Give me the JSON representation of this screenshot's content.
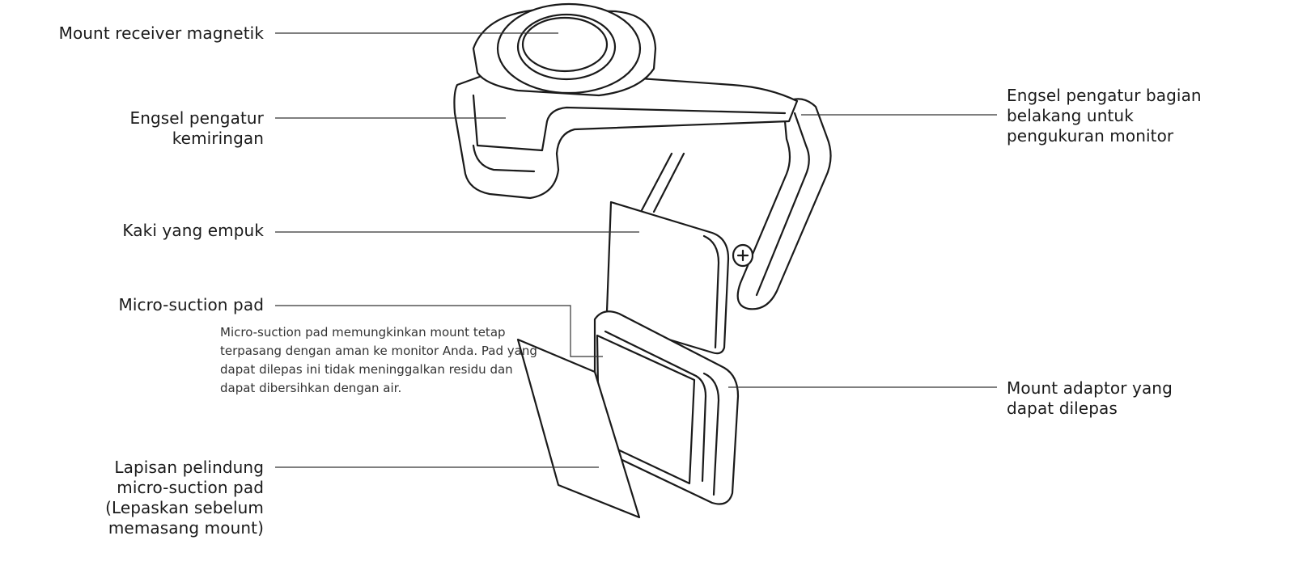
{
  "callouts": {
    "mount_receiver": {
      "lines": [
        "Mount receiver magnetik"
      ]
    },
    "tilt_hinge": {
      "lines": [
        "Engsel pengatur",
        "kemiringan"
      ]
    },
    "padded_foot": {
      "lines": [
        "Kaki yang empuk"
      ]
    },
    "micro_suction": {
      "lines": [
        "Micro-suction pad"
      ]
    },
    "micro_suction_desc": {
      "lines": [
        "Micro-suction pad memungkinkan mount tetap",
        "terpasang dengan aman ke monitor Anda. Pad yang",
        "dapat dilepas ini tidak meninggalkan residu dan",
        "dapat dibersihkan dengan air."
      ]
    },
    "protective_layer": {
      "lines": [
        "Lapisan pelindung",
        "micro-suction pad",
        "(Lepaskan sebelum",
        "memasang mount)"
      ]
    },
    "back_hinge": {
      "lines": [
        "Engsel pengatur bagian",
        "belakang untuk",
        "pengukuran monitor"
      ]
    },
    "adapter_mount": {
      "lines": [
        "Mount adaptor yang",
        "dapat dilepas"
      ]
    }
  },
  "colors": {
    "stroke": "#1a1a1a",
    "leader": "#333333",
    "fill": "#ffffff"
  }
}
